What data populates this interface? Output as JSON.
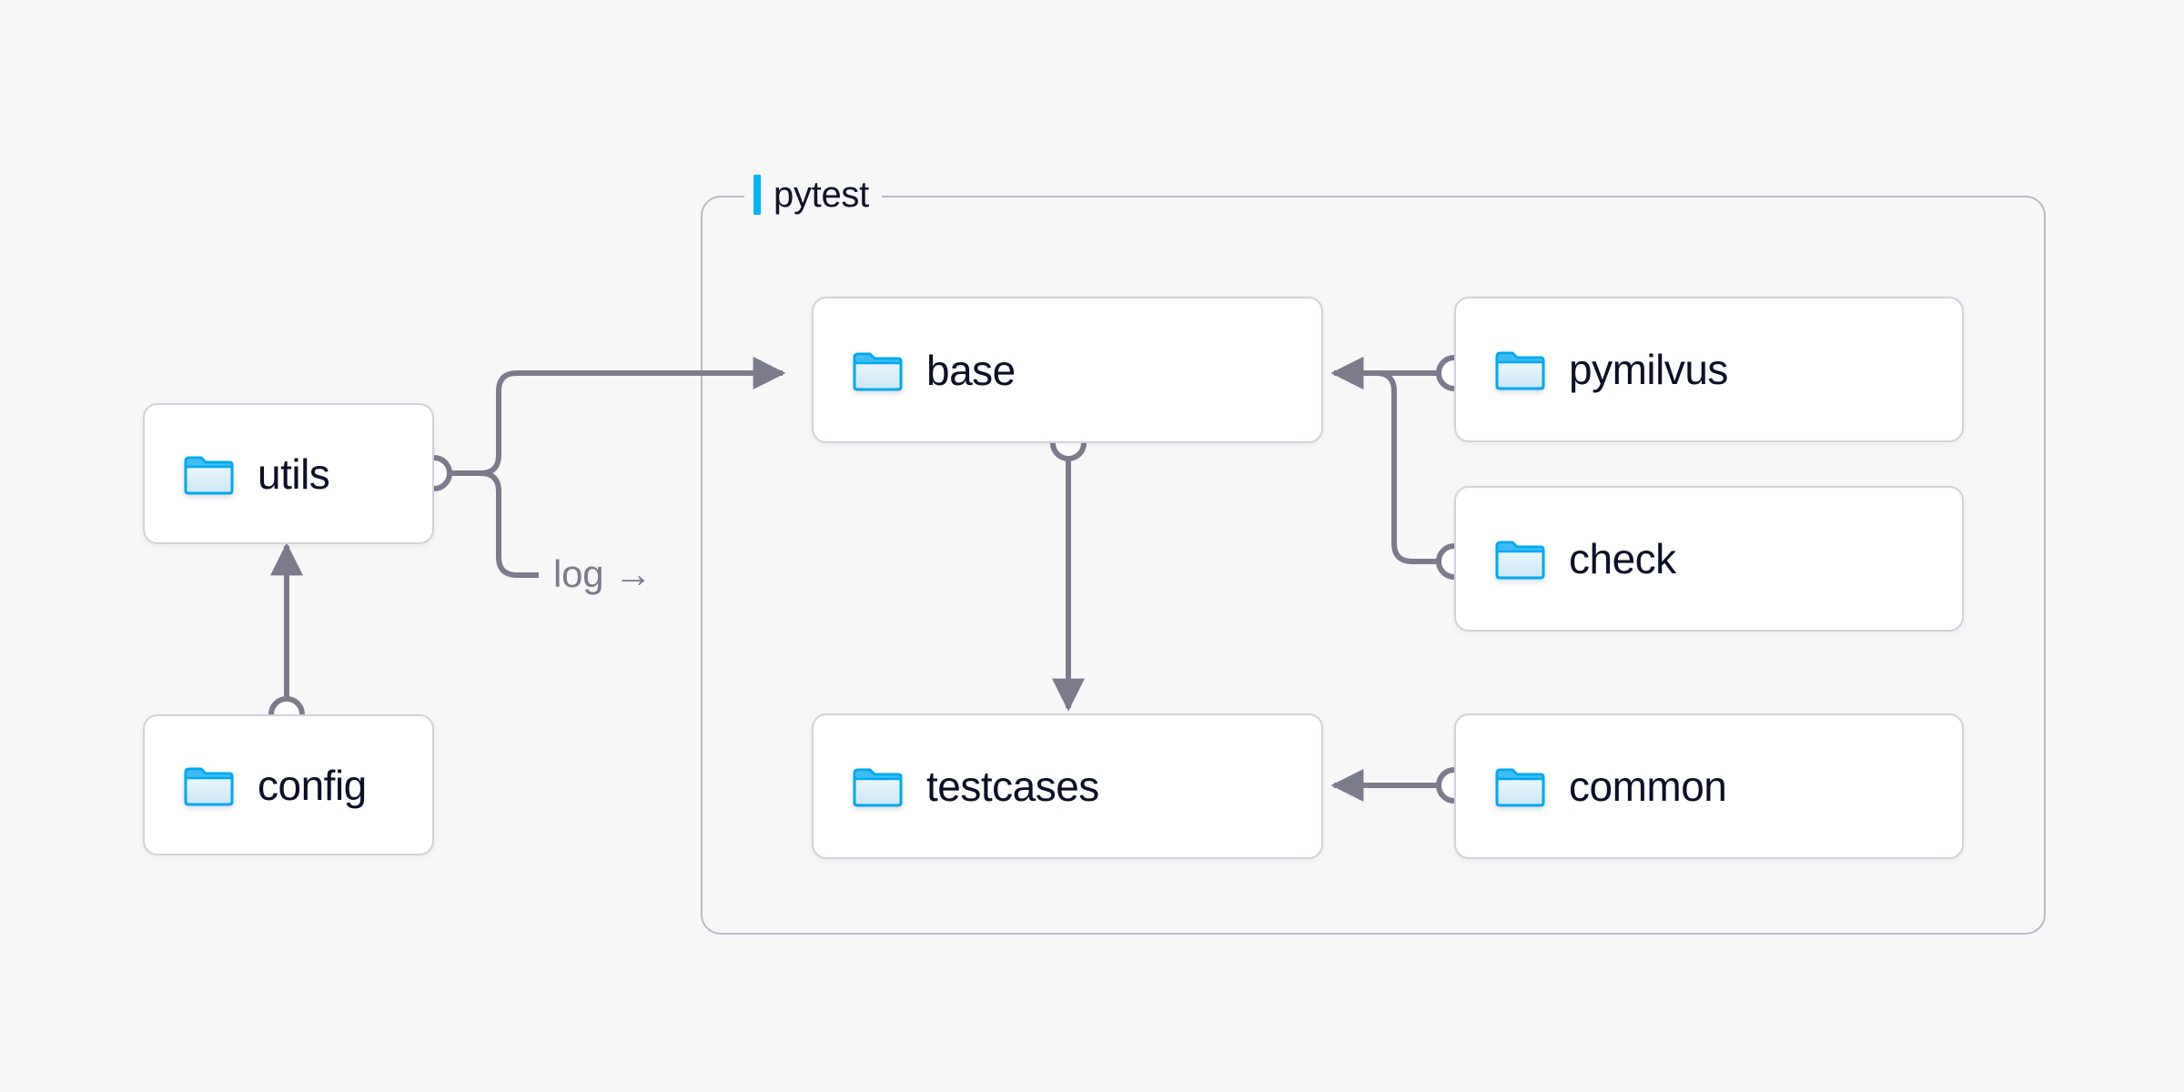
{
  "diagram": {
    "background_color": "#f7f7f7",
    "accent_color": "#00b2ff",
    "edge_color": "#7b7b8c",
    "card_border_color": "#d2d1dc",
    "text_color": "#0c1027",
    "group_border_color": "#b9b8c6"
  },
  "group": {
    "label": "pytest",
    "accent_color": "#00b2ff"
  },
  "nodes": [
    {
      "id": "utils",
      "label": "utils",
      "icon": "folder-icon"
    },
    {
      "id": "config",
      "label": "config",
      "icon": "folder-icon"
    },
    {
      "id": "base",
      "label": "base",
      "icon": "folder-icon"
    },
    {
      "id": "testcases",
      "label": "testcases",
      "icon": "folder-icon"
    },
    {
      "id": "pymilvus",
      "label": "pymilvus",
      "icon": "folder-icon"
    },
    {
      "id": "check",
      "label": "check",
      "icon": "folder-icon"
    },
    {
      "id": "common",
      "label": "common",
      "icon": "folder-icon"
    }
  ],
  "edges": [
    {
      "id": "config-utils",
      "from": "config",
      "to": "utils",
      "label": ""
    },
    {
      "id": "utils-base",
      "from": "utils",
      "to": "base",
      "label": ""
    },
    {
      "id": "utils-log",
      "from": "utils",
      "to": "pytest",
      "label": "log →"
    },
    {
      "id": "base-testcases",
      "from": "base",
      "to": "testcases",
      "label": ""
    },
    {
      "id": "pymilvus-base",
      "from": "pymilvus",
      "to": "base",
      "label": ""
    },
    {
      "id": "check-base",
      "from": "check",
      "to": "base",
      "label": ""
    },
    {
      "id": "common-testcases",
      "from": "common",
      "to": "testcases",
      "label": ""
    }
  ],
  "edge_labels": {
    "log": "log →"
  }
}
